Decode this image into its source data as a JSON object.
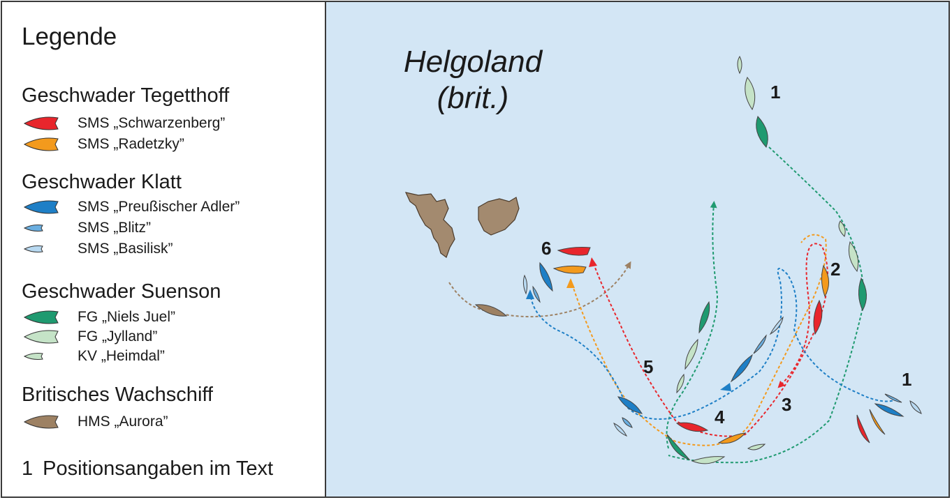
{
  "legend": {
    "title": "Legende",
    "groups": [
      {
        "title": "Geschwader Tegetthoff",
        "ships": [
          {
            "label": "SMS „Schwarzenberg”",
            "color": "#e8262c",
            "size": "large"
          },
          {
            "label": "SMS „Radetzky”",
            "color": "#f39a1d",
            "size": "large"
          }
        ]
      },
      {
        "title": "Geschwader Klatt",
        "ships": [
          {
            "label": "SMS „Preußischer Adler”",
            "color": "#1e7fc6",
            "size": "large"
          },
          {
            "label": "SMS „Blitz”",
            "color": "#6aaee0",
            "size": "small"
          },
          {
            "label": "SMS „Basilisk”",
            "color": "#b8d9f1",
            "size": "small"
          }
        ]
      },
      {
        "title": "Geschwader Suenson",
        "ships": [
          {
            "label": "FG „Niels Juel”",
            "color": "#1f9a70",
            "size": "large"
          },
          {
            "label": "FG „Jylland”",
            "color": "#c5e3c7",
            "size": "large"
          },
          {
            "label": "KV „Heimdal”",
            "color": "#c5e3c7",
            "size": "small"
          }
        ]
      },
      {
        "title": "Britisches Wachschiff",
        "ships": [
          {
            "label": "HMS „Aurora”",
            "color": "#9d8163",
            "size": "large"
          }
        ]
      }
    ],
    "note": {
      "number": "1",
      "text": "Positionsangaben im Text"
    }
  },
  "map": {
    "title_line1": "Helgoland",
    "title_line2": "(brit.)",
    "position_labels": [
      "1",
      "1",
      "2",
      "3",
      "4",
      "5",
      "6"
    ],
    "colors": {
      "sea": "#d3e6f5",
      "land": "#a38a6f",
      "red": "#e8262c",
      "orange": "#f39a1d",
      "blue_dark": "#1e7fc6",
      "blue_light": "#b8d9f1",
      "green_dark": "#1f9a70",
      "green_light": "#c5e3c7",
      "brown": "#9d8163"
    }
  }
}
